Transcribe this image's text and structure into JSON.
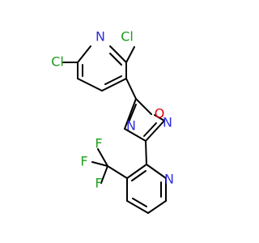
{
  "colors": {
    "background": "#ffffff",
    "bond": "#000000",
    "nitrogen": "#2f2fe0",
    "oxygen": "#e00000",
    "chlorine": "#1c9b1c",
    "fluorine": "#1f9f1f"
  },
  "atoms": {
    "n_top": "N",
    "cl_left": "Cl",
    "cl_right": "Cl",
    "o_ring": "O",
    "n_ring_right": "N",
    "n_ring_left": "N",
    "f_top": "F",
    "f_left": "F",
    "f_bottom": "F",
    "n_bottom": "N"
  }
}
